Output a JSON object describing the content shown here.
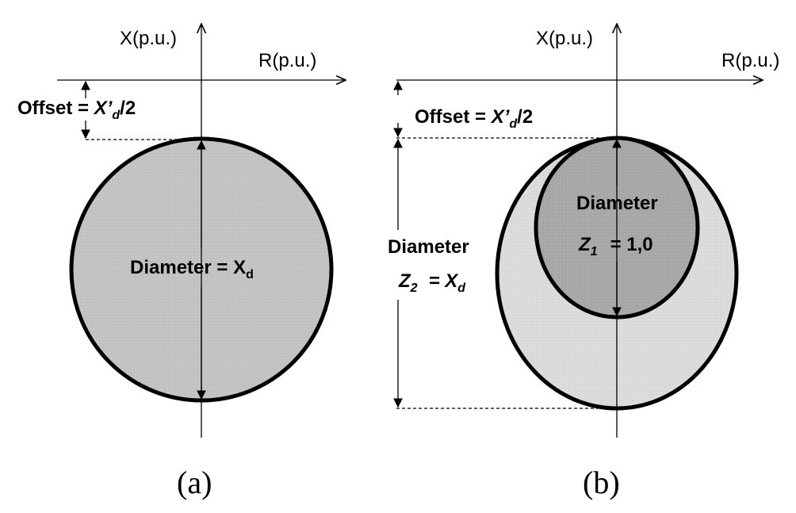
{
  "panel_a": {
    "x_axis_label": "X(p.u.)",
    "r_axis_label": "R(p.u.)",
    "offset_prefix": "Offset = ",
    "offset_var": "X’",
    "offset_sub": "d",
    "offset_suffix": "/2",
    "diameter_prefix": "Diameter = X",
    "diameter_sub": "d",
    "caption": "(a)"
  },
  "panel_b": {
    "x_axis_label": "X(p.u.)",
    "r_axis_label": "R(p.u.)",
    "offset_prefix": "Offset = ",
    "offset_var": "X’",
    "offset_sub": "d",
    "offset_suffix": "/2",
    "inner_title": "Diameter",
    "inner_var": "Z",
    "inner_sub": "1",
    "inner_value": "= 1,0",
    "outer_title": "Diameter",
    "outer_var": "Z",
    "outer_sub": "2",
    "outer_eq": "= X",
    "outer_eq_sub": "d",
    "caption": "(b)"
  },
  "colors": {
    "panel_a_circle_fill": "#c4c4c4",
    "panel_b_outer_fill": "#dcdcdc",
    "panel_b_inner_fill": "#a9a9a9",
    "outline": "#000000"
  }
}
